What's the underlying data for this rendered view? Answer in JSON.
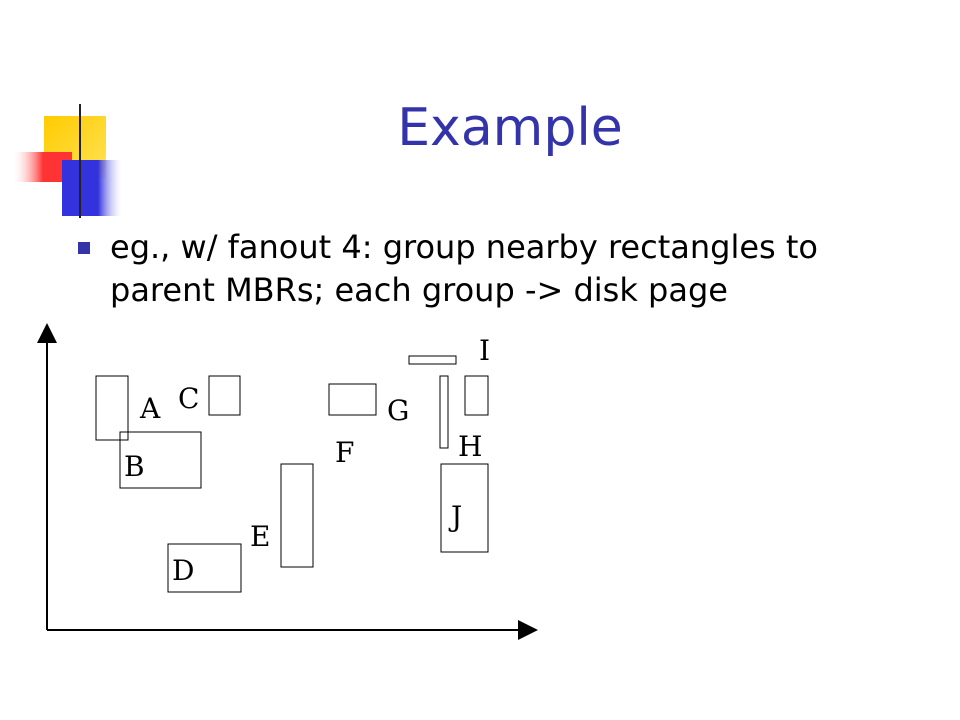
{
  "slide": {
    "title": "Example",
    "bullet": "eg., w/ fanout 4: group nearby rectangles to parent MBRs; each group -> disk page"
  },
  "colors": {
    "title": "#3333aa",
    "deco_yellow": "#ffcc00",
    "deco_red": "#ff3333",
    "deco_blue": "#3333dd"
  },
  "diagram": {
    "labels": {
      "A": "A",
      "B": "B",
      "C": "C",
      "D": "D",
      "E": "E",
      "F": "F",
      "G": "G",
      "H": "H",
      "I": "I",
      "J": "J"
    }
  }
}
